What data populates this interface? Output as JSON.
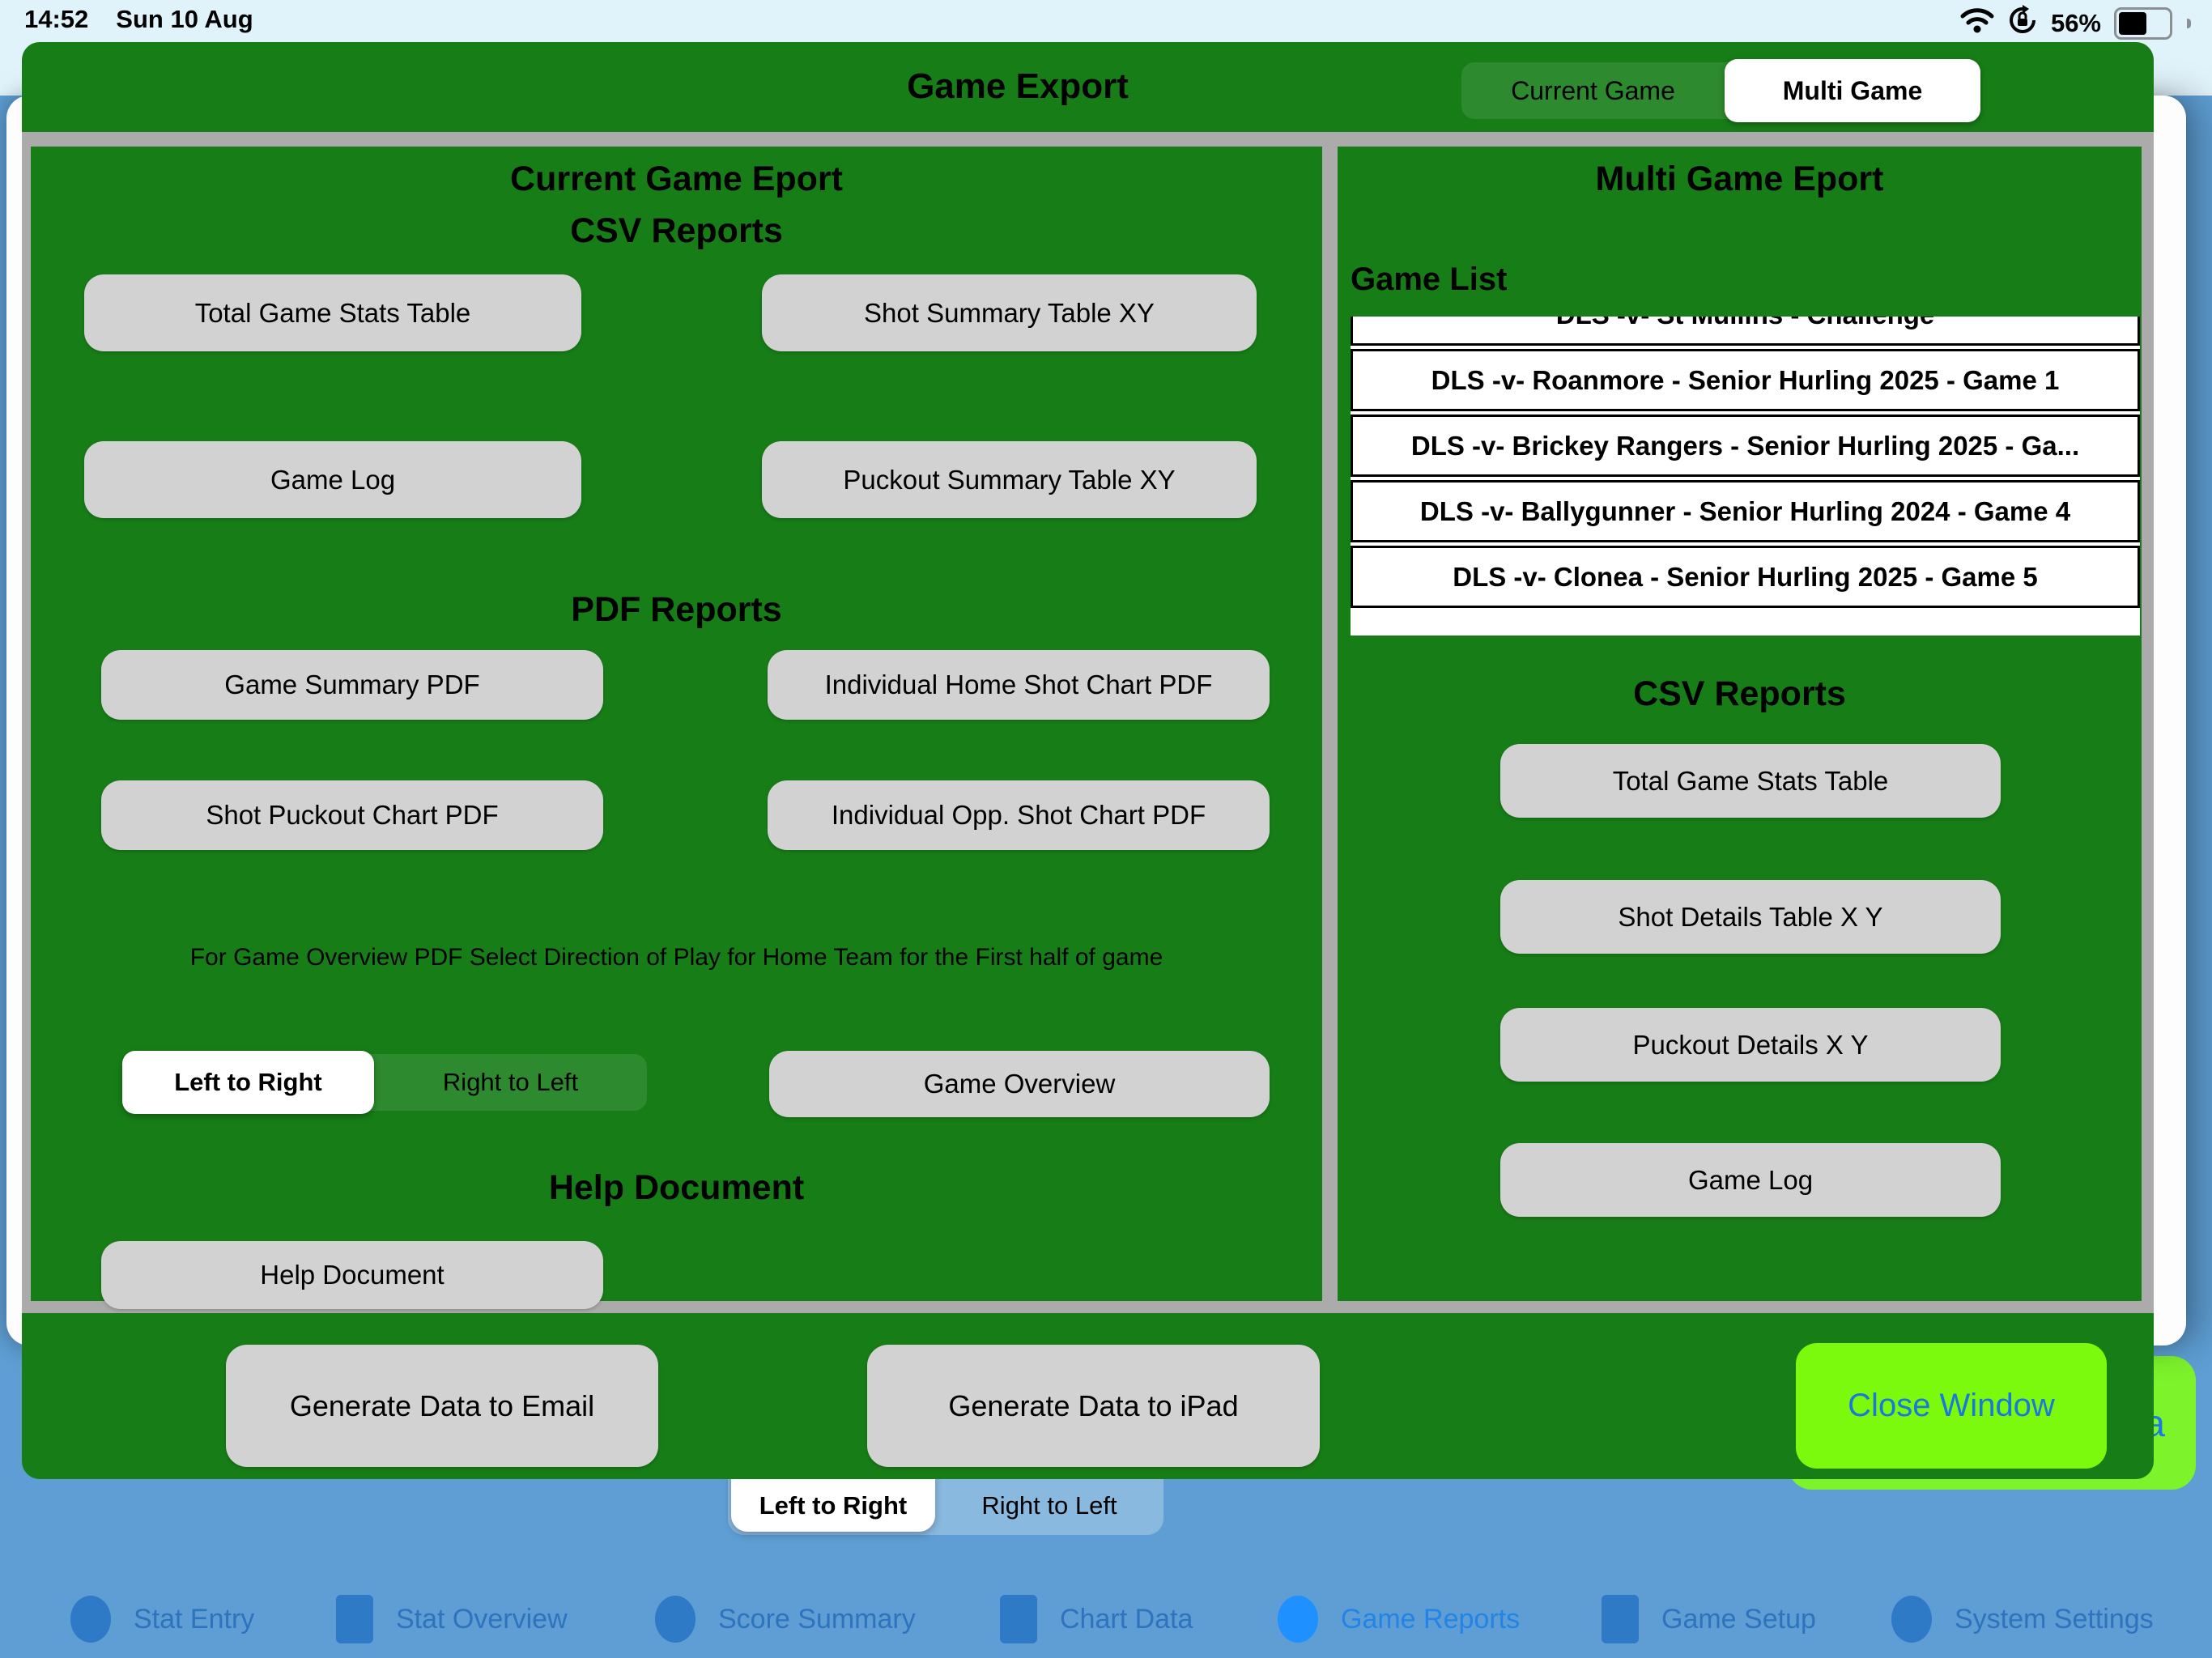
{
  "status_bar": {
    "time": "14:52",
    "date": "Sun 10 Aug",
    "battery_percent": "56%"
  },
  "header": {
    "title": "Game Export",
    "tabs": [
      {
        "label": "Current Game",
        "selected": false
      },
      {
        "label": "Multi Game",
        "selected": true
      }
    ]
  },
  "left_panel": {
    "title": "Current Game Eport",
    "csv_heading": "CSV Reports",
    "csv_buttons": [
      "Total Game Stats Table",
      "Shot Summary Table XY",
      "Game Log",
      "Puckout Summary Table XY"
    ],
    "pdf_heading": "PDF Reports",
    "pdf_buttons": [
      "Game Summary PDF",
      "Individual Home Shot Chart PDF",
      "Shot Puckout Chart PDF",
      "Individual Opp. Shot Chart PDF"
    ],
    "note": "For Game Overview PDF Select Direction of Play for Home Team for the First half of game",
    "direction_segments": [
      {
        "label": "Left to Right",
        "selected": true
      },
      {
        "label": "Right to Left",
        "selected": false
      }
    ],
    "game_overview_button": "Game Overview",
    "help_heading": "Help Document",
    "help_button": "Help Document"
  },
  "right_panel": {
    "title": "Multi Game Eport",
    "game_list_label": "Game List",
    "games": [
      "DLS -v- St Mullins - Challenge",
      "DLS -v- Roanmore - Senior Hurling 2025  - Game 1",
      "DLS -v- Brickey Rangers - Senior Hurling 2025 - Ga...",
      "DLS -v- Ballygunner - Senior Hurling 2024 - Game 4",
      "DLS -v- Clonea - Senior Hurling 2025 - Game 5"
    ],
    "csv_heading": "CSV Reports",
    "csv_buttons": [
      "Total Game Stats Table",
      "Shot Details Table X Y",
      "Puckout Details X Y",
      "Game Log"
    ]
  },
  "footer": {
    "email_button": "Generate Data to Email",
    "ipad_button": "Generate Data to iPad",
    "close_button": "Close Window"
  },
  "background": {
    "partial_button_text": "a",
    "direction_segments": [
      {
        "label": "Left to Right",
        "selected": true
      },
      {
        "label": "Right to Left",
        "selected": false
      }
    ],
    "tabs": [
      {
        "label": "Stat Entry",
        "icon": "circle"
      },
      {
        "label": "Stat Overview",
        "icon": "square"
      },
      {
        "label": "Score Summary",
        "icon": "circle"
      },
      {
        "label": "Chart Data",
        "icon": "square"
      },
      {
        "label": "Game Reports",
        "icon": "circle",
        "active": true
      },
      {
        "label": "Game Setup",
        "icon": "square"
      },
      {
        "label": "System Settings",
        "icon": "circle"
      }
    ]
  },
  "colors": {
    "modal_green": "#177D17",
    "panel_border_gray": "#ABABAB",
    "button_gray": "#D2D2D2",
    "close_button_green": "#7CFA0D",
    "close_button_text_blue": "#1878DC",
    "app_background_blue": "#5E9ED4",
    "status_bar_light": "#E0F2FA",
    "active_tab_blue": "#1E90FF"
  }
}
